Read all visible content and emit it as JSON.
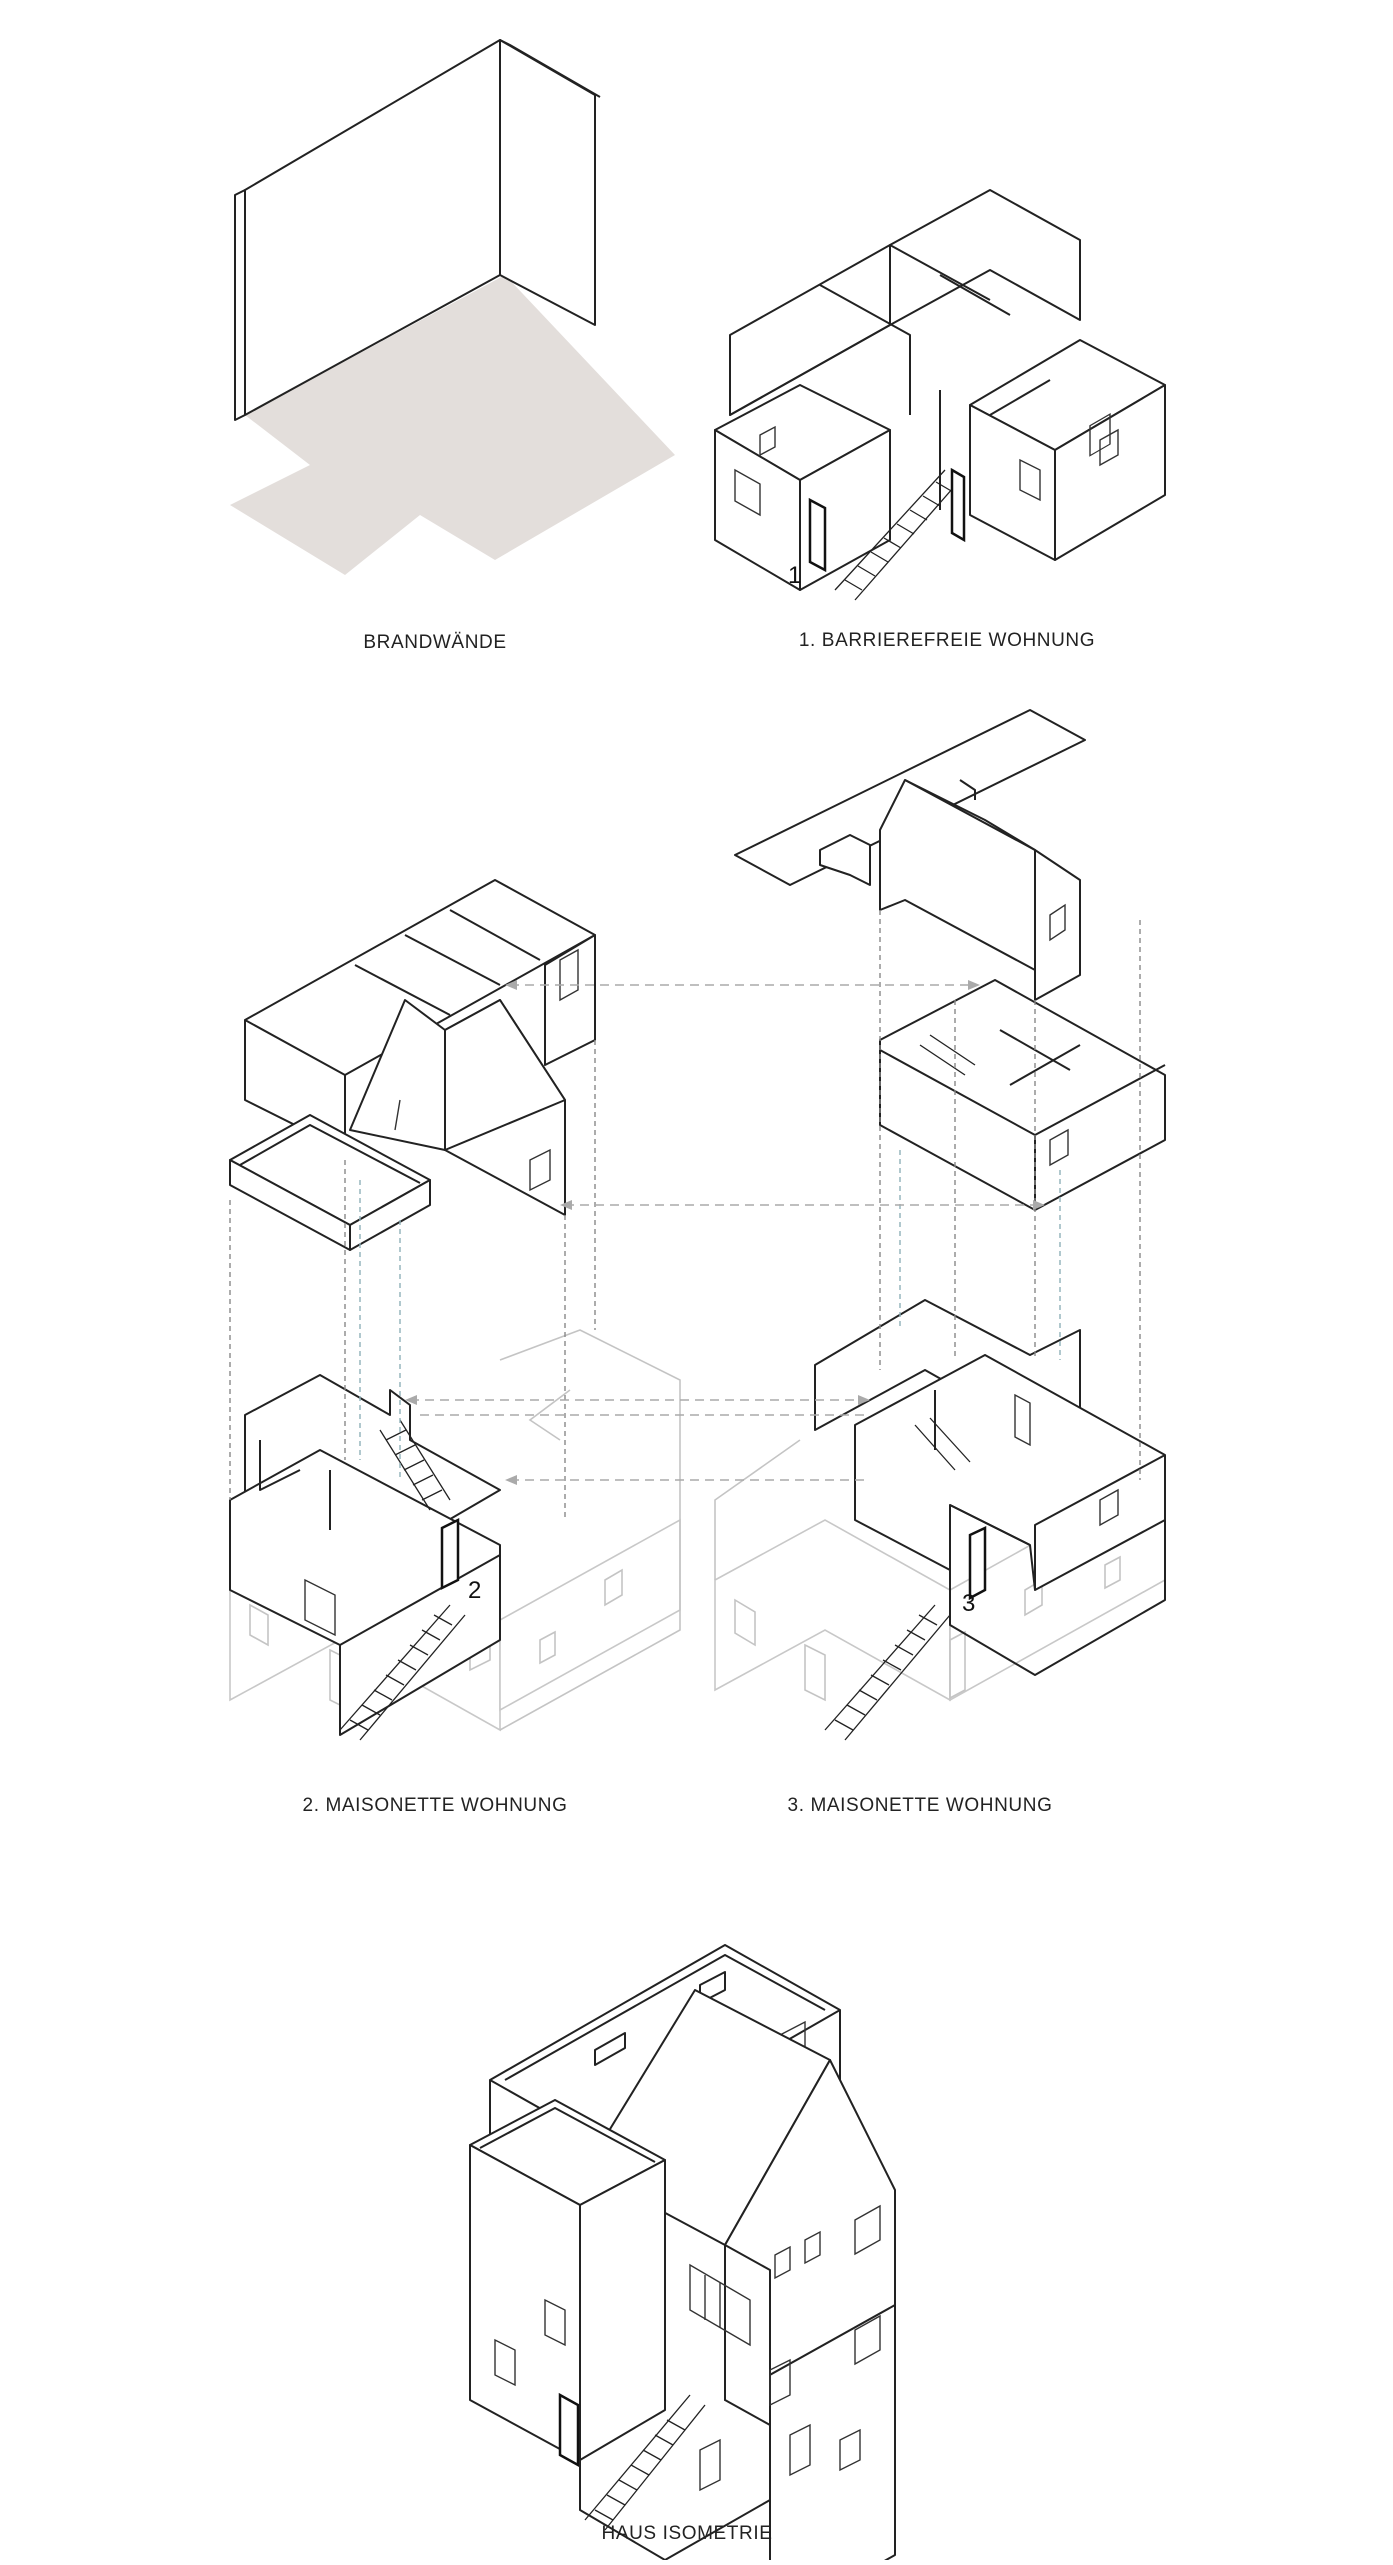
{
  "captions": {
    "brandwaende": "BRANDWÄNDE",
    "wohnung_1": "1. BARRIEREFREIE WOHNUNG",
    "wohnung_2": "2. MAISONETTE WOHNUNG",
    "wohnung_3": "3. MAISONETTE WOHNUNG",
    "haus": "HAUS ISOMETRIE"
  },
  "markers": {
    "unit_1": "1",
    "unit_2": "2",
    "unit_3": "3"
  },
  "colors": {
    "line": "#222222",
    "shadow": "#e3dedb",
    "ghost": "#c4c4c4",
    "dashed_guides": "#888888"
  }
}
